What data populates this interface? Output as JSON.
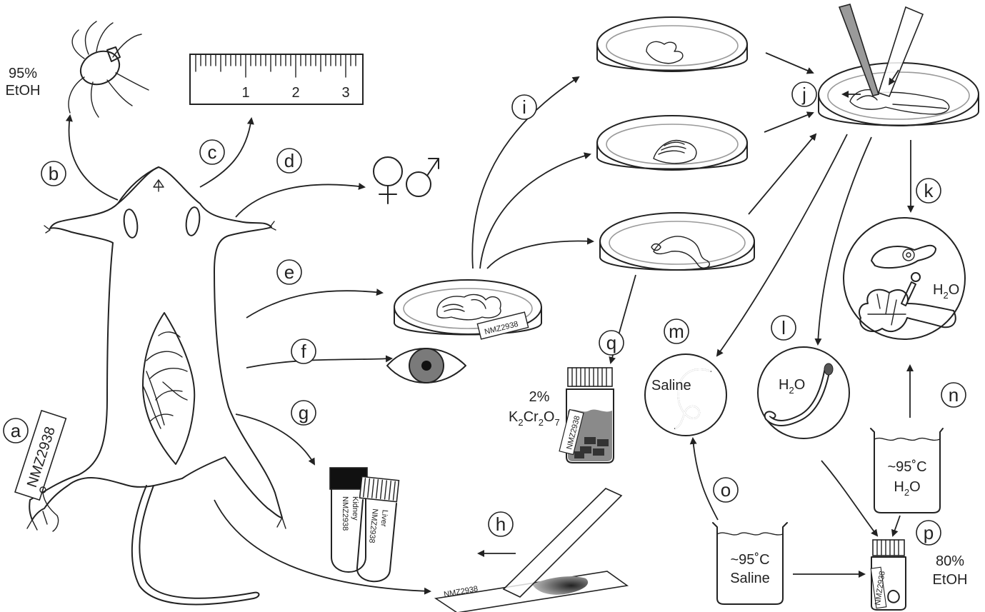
{
  "labels": {
    "a": "a",
    "b": "b",
    "c": "c",
    "d": "d",
    "e": "e",
    "f": "f",
    "g": "g",
    "h": "h",
    "i": "i",
    "j": "j",
    "k": "k",
    "l": "l",
    "m": "m",
    "n": "n",
    "o": "o",
    "p": "p",
    "q": "q"
  },
  "tag_id": "NMZ2938",
  "ethanol_95": {
    "pct": "95%",
    "name": "EtOH"
  },
  "ruler_ticks": [
    "1",
    "2",
    "3"
  ],
  "sex_symbols": {
    "female": "♀",
    "male": "♂"
  },
  "dish_tag": "NMZ2938",
  "tubes": {
    "kidney_id": "NMZ2938",
    "kidney": "Kidney",
    "liver_id": "NMZ2938",
    "liver": "Liver"
  },
  "slide_tag": "NMZ2938",
  "dichromate": {
    "pct": "2%",
    "formula_parts": {
      "k": "K",
      "two_a": "2",
      "cr": "Cr",
      "two_b": "2",
      "o": "O",
      "seven": "7"
    }
  },
  "jar_tag": "NMZ2938",
  "saline_circle": "Saline",
  "water_circle": {
    "h": "H",
    "sub": "2",
    "o": "O"
  },
  "water_k": {
    "h": "H",
    "sub": "2",
    "o": "O"
  },
  "beaker_water": {
    "temp": "~95˚C",
    "h": "H",
    "sub": "2",
    "o": "O"
  },
  "beaker_saline": {
    "temp": "~95˚C",
    "name": "Saline"
  },
  "ethanol_80": {
    "pct": "80%",
    "name": "EtOH"
  },
  "vial_tag": "NMZ2938"
}
